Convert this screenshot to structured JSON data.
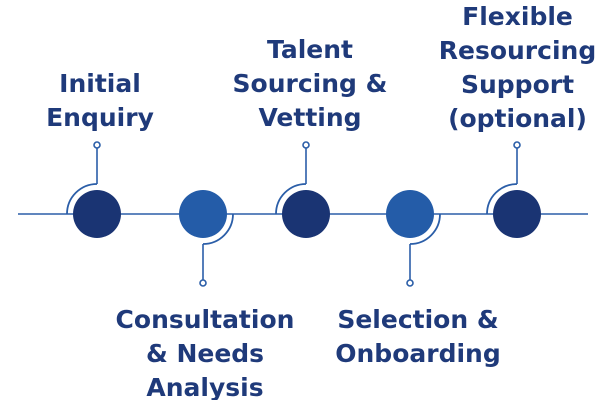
{
  "colors": {
    "dark_node": "#1a3473",
    "light_node": "#245ca8",
    "line": "#2b5ea8",
    "text": "#1f3a7a"
  },
  "steps": [
    {
      "label": "Initial\nEnquiry",
      "position": "above",
      "tone": "dark"
    },
    {
      "label": "Consultation\n& Needs\nAnalysis",
      "position": "below",
      "tone": "light"
    },
    {
      "label": "Talent\nSourcing &\nVetting",
      "position": "above",
      "tone": "dark"
    },
    {
      "label": "Selection &\nOnboarding",
      "position": "below",
      "tone": "light"
    },
    {
      "label": "Flexible\nResourcing\nSupport\n(optional)",
      "position": "above",
      "tone": "dark"
    }
  ]
}
